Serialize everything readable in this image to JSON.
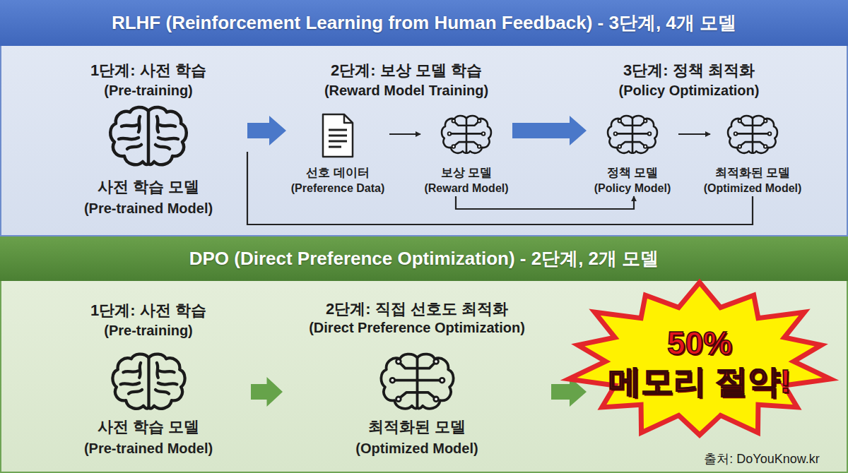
{
  "diagram": {
    "nodes": [
      {
        "text": [
          "RLHF (Reinforcement Learning from Human Feedback) - 3단계, 4개 모델"
        ]
      },
      {
        "text": [
          "사전 학습 모델",
          "(Pre-trained Model)"
        ],
        "in": 0
      },
      {
        "text": [
          "선호 데이터",
          "(Preference Data)"
        ],
        "in": 0
      },
      {
        "text": [
          "보상 모델",
          "(Reward Model)"
        ],
        "in": 0
      },
      {
        "text": [
          "정책 모델",
          "(Policy Model)"
        ],
        "in": 0
      },
      {
        "text": [
          "최적화된 모델",
          "(Optimized Model)"
        ],
        "in": 0
      },
      {
        "text": [
          "DPO (Direct Preference Optimization) - 2단계, 2개 모델"
        ]
      },
      {
        "text": [
          "사전 학습 모델",
          "(Pre-trained Model)"
        ],
        "in": 6
      },
      {
        "text": [
          "최적화된 모델",
          "(Optimized Model)"
        ],
        "in": 6
      },
      {
        "text": [
          "50%",
          "메모리 절약!"
        ],
        "in": 6
      }
    ],
    "edges": [
      {
        "from": 1,
        "to": 2,
        "arrow": "to"
      },
      {
        "from": 2,
        "to": 3,
        "arrow": "to"
      },
      {
        "from": 3,
        "to": 4,
        "arrow": "to"
      },
      {
        "from": 4,
        "to": 5,
        "arrow": "to"
      },
      {
        "from": 3,
        "to": 4,
        "arrow": "to"
      },
      {
        "from": 1,
        "to": 5,
        "arrow": "none"
      },
      {
        "from": 7,
        "to": 8,
        "arrow": "to"
      },
      {
        "from": 8,
        "to": 9,
        "arrow": "to"
      }
    ],
    "labels": [
      "1단계: 사전 학습",
      "(Pre-training)",
      "2단계: 보상 모델 학습",
      "(Reward Model Training)",
      "3단계: 정책 최적화",
      "(Policy Optimization)",
      "1단계: 사전 학습",
      "(Pre-training)",
      "2단계: 직접 선호도 최적화",
      "(Direct Preference Optimization)",
      "출처: DoYouKnow.kr"
    ]
  }
}
